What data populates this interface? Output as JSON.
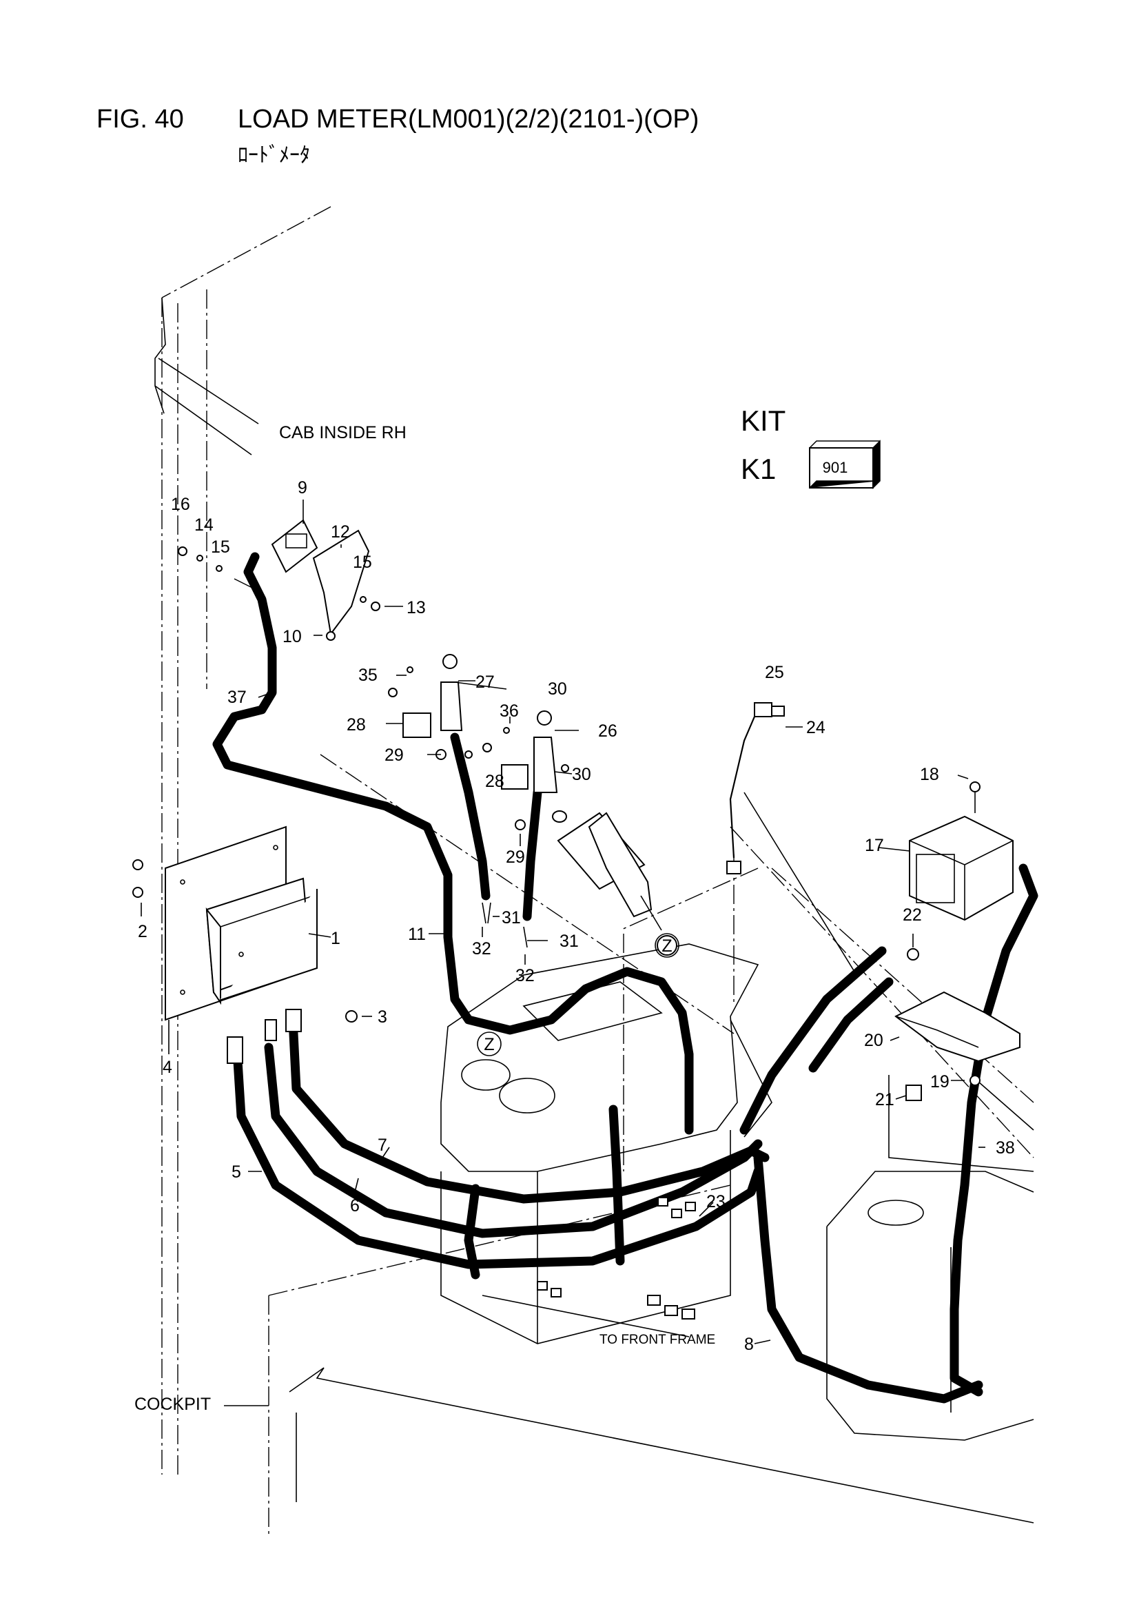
{
  "figure": {
    "number": "FIG. 40",
    "title": "LOAD METER(LM001)(2/2)(2101-)(OP)",
    "subtitle": "ﾛｰﾄﾞﾒｰﾀ"
  },
  "notes": {
    "cab_inside": "CAB INSIDE RH",
    "cockpit": "COCKPIT",
    "to_front_frame": "TO FRONT FRAME",
    "detail_marker": "Z"
  },
  "kit": {
    "heading": "KIT",
    "code": "K1",
    "value": "901"
  },
  "callouts": [
    "1",
    "2",
    "3",
    "4",
    "5",
    "6",
    "7",
    "8",
    "9",
    "10",
    "11",
    "12",
    "13",
    "14",
    "15",
    "15",
    "16",
    "17",
    "18",
    "19",
    "20",
    "21",
    "22",
    "23",
    "24",
    "25",
    "26",
    "27",
    "28",
    "28",
    "29",
    "29",
    "30",
    "30",
    "31",
    "31",
    "32",
    "32",
    "35",
    "36",
    "37",
    "38"
  ]
}
